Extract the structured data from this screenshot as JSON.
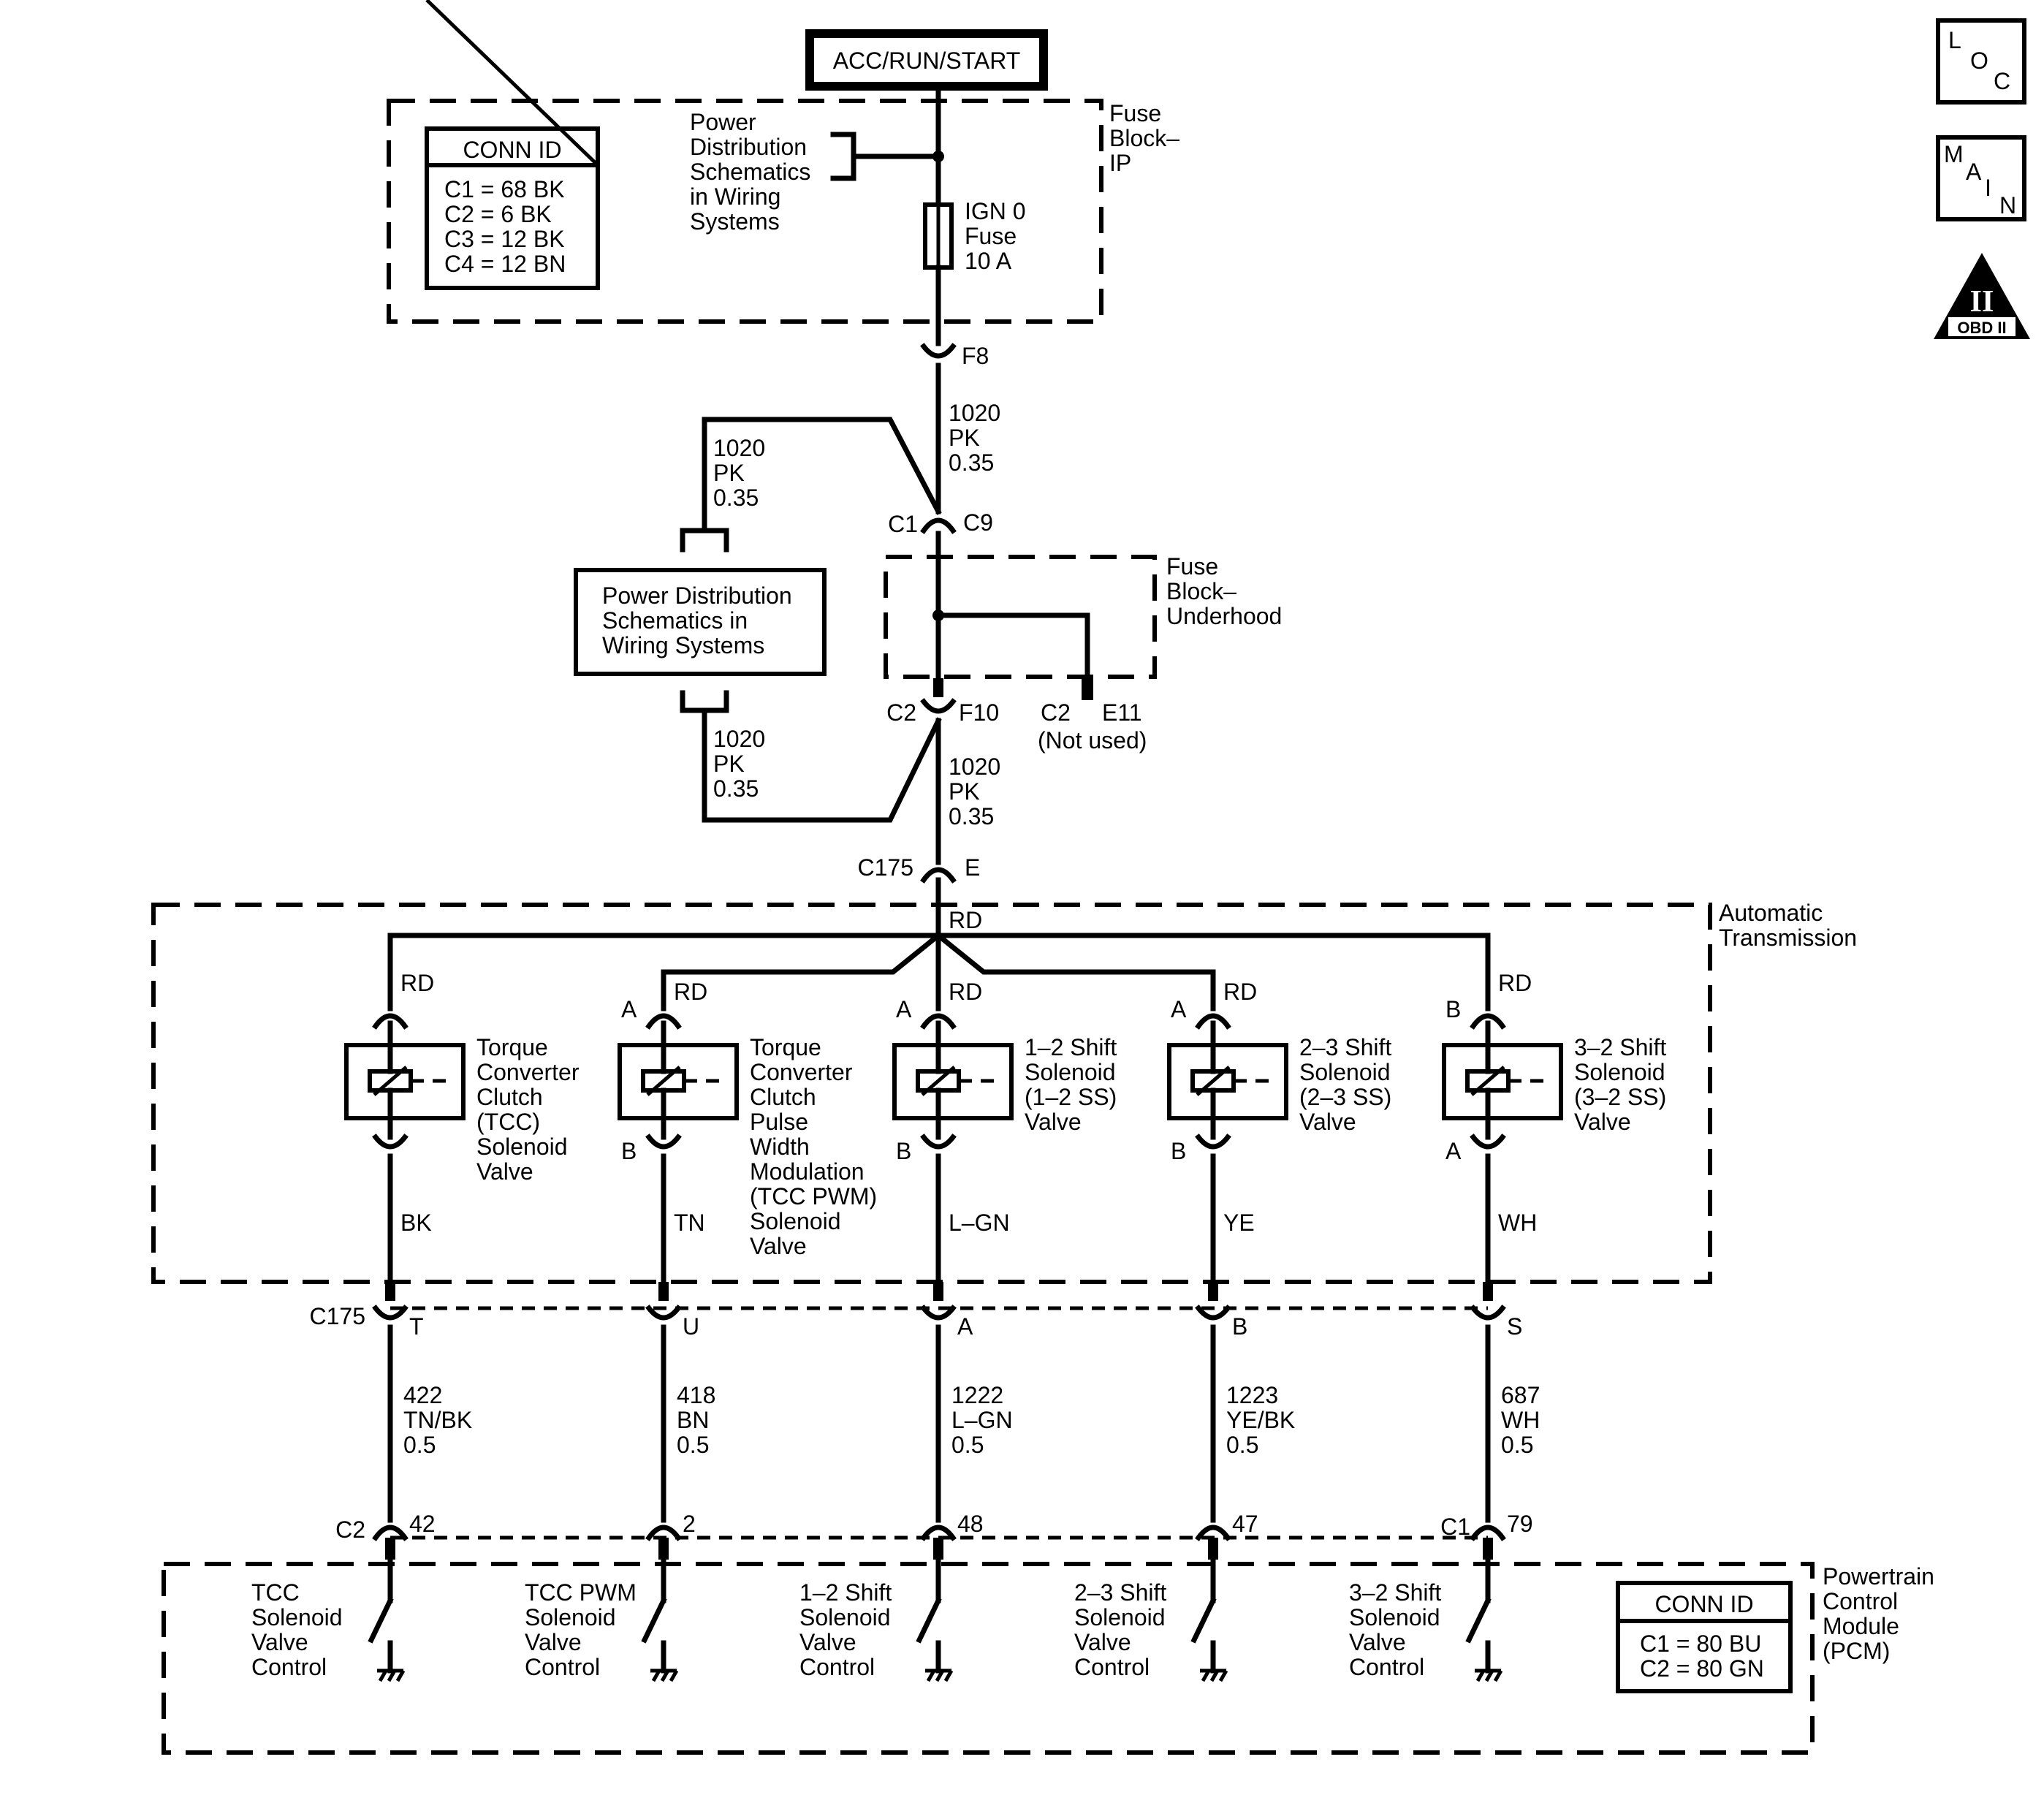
{
  "power_source": "ACC/RUN/START",
  "fuse_block_ip": {
    "label_lines": [
      "Fuse",
      "Block–",
      "IP"
    ],
    "conn_id": {
      "title": "CONN ID",
      "rows": [
        "C1 = 68 BK",
        "C2 = 6 BK",
        "C3 = 12 BK",
        "C4 = 12 BN"
      ]
    },
    "ref_lines": [
      "Power",
      "Distribution",
      "Schematics",
      "in Wiring",
      "Systems"
    ],
    "fuse_lines": [
      "IGN 0",
      "Fuse",
      "10 A"
    ],
    "pin": "F8"
  },
  "wire_1020": [
    "1020",
    "PK",
    "0.35"
  ],
  "c1_conn": {
    "left": "C1",
    "right": "C9"
  },
  "power_dist_box": [
    "Power Distribution",
    "Schematics in",
    "Wiring Systems"
  ],
  "fuse_block_underhood": {
    "label_lines": [
      "Fuse",
      "Block–",
      "Underhood"
    ],
    "c2_left": "C2",
    "c2_right": "F10",
    "unused_conn": "C2",
    "unused_pin": "E11",
    "unused_note": "(Not used)"
  },
  "c175_top": {
    "conn": "C175",
    "pin": "E"
  },
  "trans_label_lines": [
    "Automatic",
    "Transmission"
  ],
  "rd_label": "RD",
  "solenoids": [
    {
      "top_pin": "",
      "bottom_pin": "",
      "top_wire": "RD",
      "bottom_wire": "BK",
      "name_lines": [
        "Torque",
        "Converter",
        "Clutch",
        "(TCC)",
        "Solenoid",
        "Valve"
      ],
      "c175_pin": "T",
      "circuit": [
        "422",
        "TN/BK",
        "0.5"
      ],
      "pcm_pin": "42",
      "pcm_lines": [
        "TCC",
        "Solenoid",
        "Valve",
        "Control"
      ]
    },
    {
      "top_pin": "A",
      "bottom_pin": "B",
      "top_wire": "RD",
      "bottom_wire": "TN",
      "name_lines": [
        "Torque",
        "Converter",
        "Clutch",
        "Pulse",
        "Width",
        "Modulation",
        "(TCC PWM)",
        "Solenoid",
        "Valve"
      ],
      "c175_pin": "U",
      "circuit": [
        "418",
        "BN",
        "0.5"
      ],
      "pcm_pin": "2",
      "pcm_lines": [
        "TCC PWM",
        "Solenoid",
        "Valve",
        "Control"
      ]
    },
    {
      "top_pin": "A",
      "bottom_pin": "B",
      "top_wire": "RD",
      "bottom_wire": "L–GN",
      "name_lines": [
        "1–2 Shift",
        "Solenoid",
        "(1–2 SS)",
        "Valve"
      ],
      "c175_pin": "A",
      "circuit": [
        "1222",
        "L–GN",
        "0.5"
      ],
      "pcm_pin": "48",
      "pcm_lines": [
        "1–2 Shift",
        "Solenoid",
        "Valve",
        "Control"
      ]
    },
    {
      "top_pin": "A",
      "bottom_pin": "B",
      "top_wire": "RD",
      "bottom_wire": "YE",
      "name_lines": [
        "2–3 Shift",
        "Solenoid",
        "(2–3 SS)",
        "Valve"
      ],
      "c175_pin": "B",
      "circuit": [
        "1223",
        "YE/BK",
        "0.5"
      ],
      "pcm_pin": "47",
      "pcm_lines": [
        "2–3 Shift",
        "Solenoid",
        "Valve",
        "Control"
      ]
    },
    {
      "top_pin": "B",
      "bottom_pin": "A",
      "top_wire": "RD",
      "bottom_wire": "WH",
      "name_lines": [
        "3–2 Shift",
        "Solenoid",
        "(3–2 SS)",
        "Valve"
      ],
      "c175_pin": "S",
      "circuit": [
        "687",
        "WH",
        "0.5"
      ],
      "pcm_pin": "79",
      "pcm_lines": [
        "3–2 Shift",
        "Solenoid",
        "Valve",
        "Control"
      ]
    }
  ],
  "c175_bottom_label": "C175",
  "pcm_c2_label": "C2",
  "pcm_c1_label": "C1",
  "pcm": {
    "label_lines": [
      "Powertrain",
      "Control",
      "Module",
      "(PCM)"
    ],
    "conn_id": {
      "title": "CONN ID",
      "rows": [
        "C1 = 80 BU",
        "C2 = 80 GN"
      ]
    }
  },
  "side_icons": {
    "loc": {
      "a": "L",
      "b": "O",
      "c": "C"
    },
    "main": {
      "a": "M",
      "b": "A",
      "c": "I",
      "d": "N"
    },
    "obd": {
      "numeral": "II",
      "label": "OBD II"
    }
  }
}
